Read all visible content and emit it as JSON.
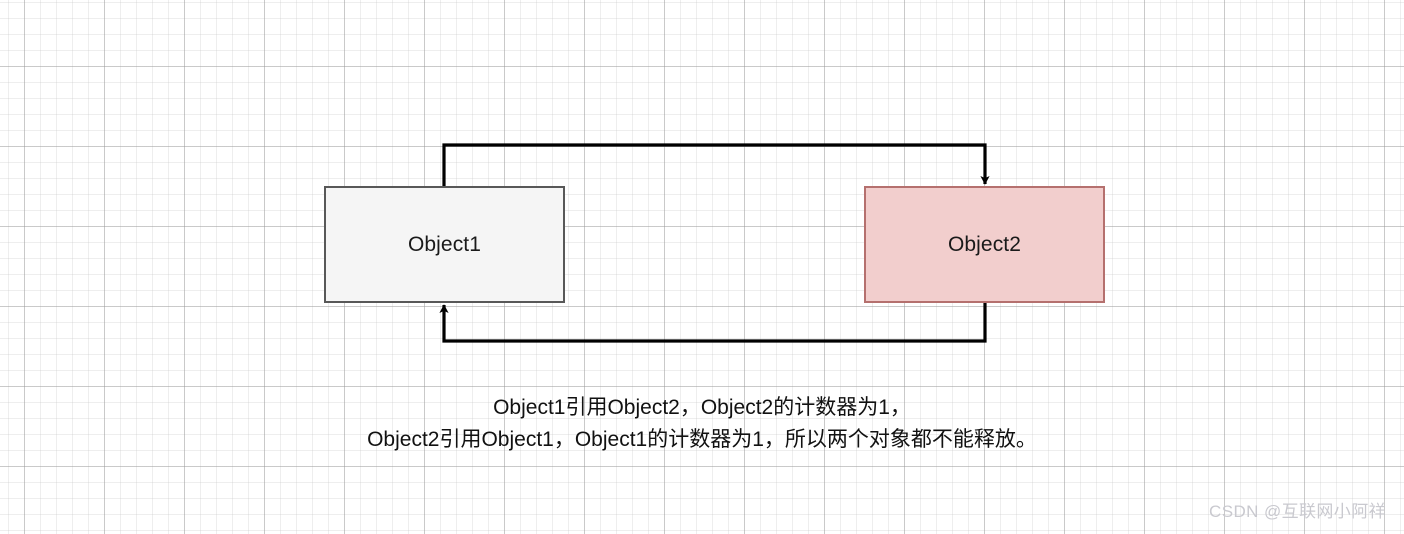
{
  "diagram": {
    "title": "Object reference cycle diagram",
    "nodes": [
      {
        "id": "object1",
        "label": "Object1",
        "fill": "#f5f5f5",
        "stroke": "#585858"
      },
      {
        "id": "object2",
        "label": "Object2",
        "fill": "#f2cecd",
        "stroke": "#b5706e"
      }
    ],
    "edges": [
      {
        "id": "object1-to-object2",
        "from": "Object1",
        "to": "Object2",
        "label": "",
        "color": "#000000",
        "arrowhead": "filled-triangle"
      },
      {
        "id": "object2-to-object1",
        "from": "Object2",
        "to": "Object1",
        "label": "",
        "color": "#000000",
        "arrowhead": "filled-triangle"
      }
    ]
  },
  "caption": {
    "line1": "Object1引用Object2，Object2的计数器为1，",
    "line2": "Object2引用Object1，Object1的计数器为1，所以两个对象都不能释放。"
  },
  "watermark": {
    "text": "CSDN @互联网小阿祥"
  },
  "background": {
    "paper_color": "#ffffff",
    "grid_minor_color": "#c8c8c8",
    "grid_major_color": "#969696"
  }
}
